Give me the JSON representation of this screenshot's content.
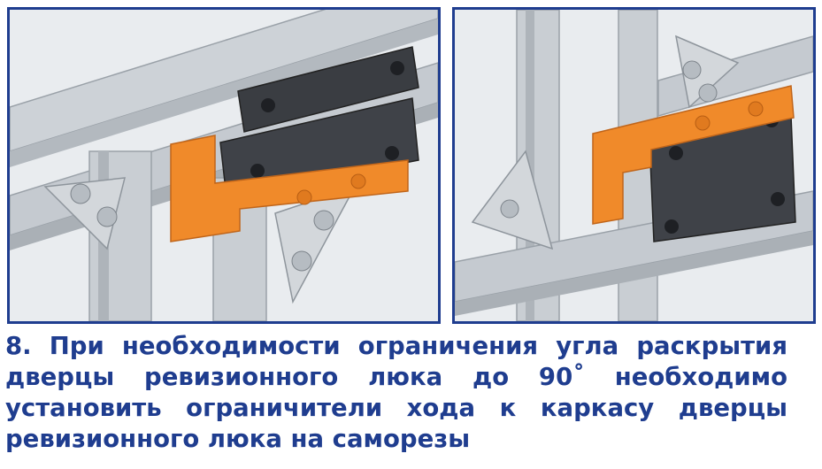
{
  "caption": {
    "lines": [
      "8. При необходимости ограничения угла раскрытия",
      "дверцы ревизионного люка до 90˚ необходимо",
      "установить ограничители хода к каркасу дверцы",
      "ревизионного люка на саморезы"
    ]
  },
  "colors": {
    "frame_border": "#1f3d8f",
    "caption_text": "#1f3d8f",
    "profile_metal": "#c3c8cd",
    "bracket_dark": "#3a3d42",
    "limiter_orange": "#f08a2a"
  },
  "illustrations": {
    "left_icon": "door-limiter-closed-view-illustration",
    "right_icon": "door-limiter-open-view-illustration"
  }
}
